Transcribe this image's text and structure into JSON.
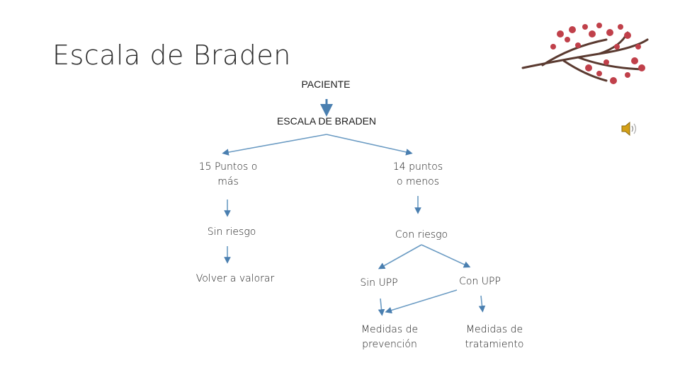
{
  "title": "Escala de Braden",
  "nodes": {
    "paciente": "PACIENTE",
    "escala": "ESCALA DE BRADEN",
    "quince": "15 Puntos o\nmás",
    "catorce": "14 puntos\no menos",
    "sin_riesgo": "Sin riesgo",
    "con_riesgo": "Con riesgo",
    "volver": "Volver a valorar",
    "sin_upp": "Sin UPP",
    "con_upp": "Con UPP",
    "prevencion": "Medidas de\nprevención",
    "tratamiento": "Medidas de\ntratamiento"
  },
  "colors": {
    "line": "#6b9bc3",
    "arrow": "#4a7fb0",
    "blossom": "#c0404a",
    "branch": "#5a3a30"
  },
  "icons": {
    "decoration": "cherry-blossom-branch-icon",
    "audio": "speaker-icon"
  }
}
